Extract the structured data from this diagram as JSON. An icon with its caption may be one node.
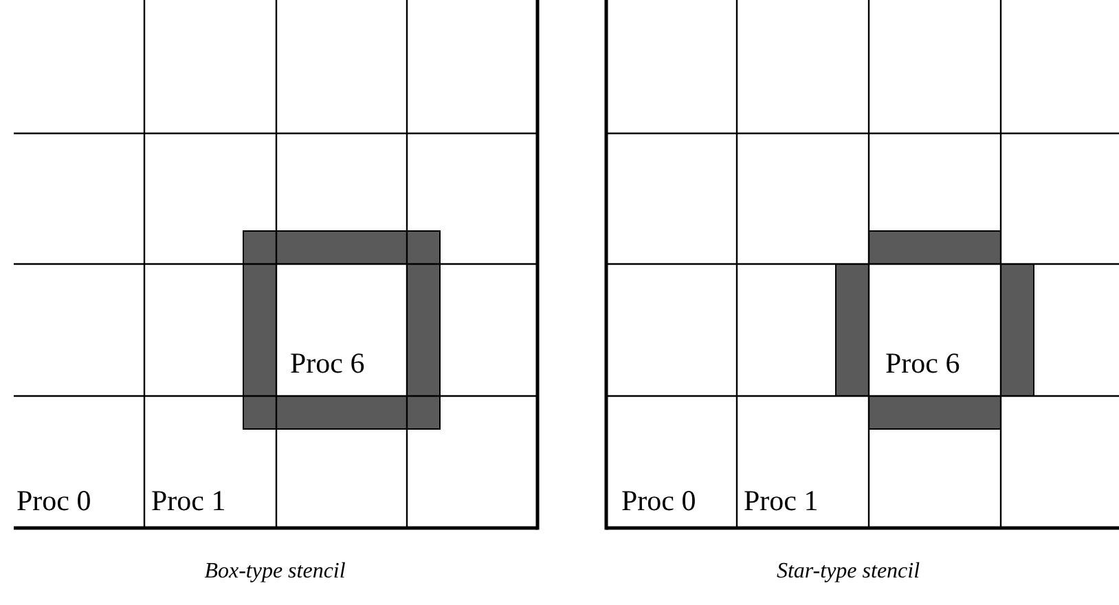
{
  "diagram": {
    "nodes": [
      {
        "text": [
          "Box-type stencil"
        ]
      },
      {
        "text": [
          "Proc 0"
        ],
        "in": 0
      },
      {
        "text": [
          "Proc 1"
        ],
        "in": 0
      },
      {
        "text": [
          "Proc 6"
        ],
        "in": 0
      },
      {
        "text": [
          "Star-type stencil"
        ]
      },
      {
        "text": [
          "Proc 0"
        ],
        "in": 4
      },
      {
        "text": [
          "Proc 1"
        ],
        "in": 4
      },
      {
        "text": [
          "Proc 6"
        ],
        "in": 4
      }
    ]
  }
}
